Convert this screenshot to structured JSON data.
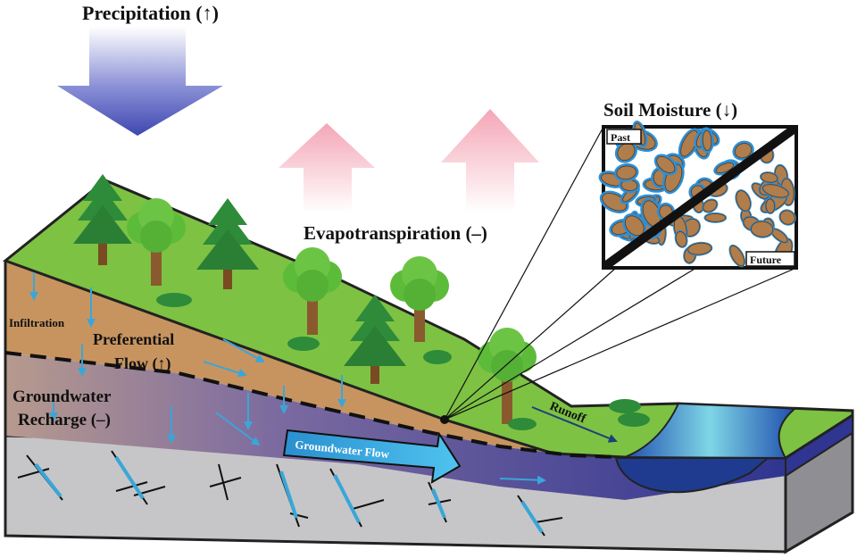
{
  "labels": {
    "precipitation": "Precipitation (↑)",
    "evapotranspiration": "Evapotranspiration (–)",
    "soil_moisture": "Soil Moisture (↓)",
    "past": "Past",
    "future": "Future",
    "infiltration": "Infiltration",
    "preferential_flow_line1": "Preferential",
    "preferential_flow_line2": "Flow (↑)",
    "groundwater_recharge_line1": "Groundwater",
    "groundwater_recharge_line2": "Recharge (–)",
    "groundwater_flow": "Groundwater Flow",
    "runoff": "Runoff"
  },
  "colors": {
    "grass": "#7dc242",
    "soil": "#c7955e",
    "groundwater": "#3a3f92",
    "bedrock": "#c9c9cb",
    "water_arrow": "#3aa6d8",
    "precip_arrow": "#4b55b8",
    "evap_arrow": "#f4a9b8",
    "tree": "#2e8b3a"
  },
  "icons": [
    "precipitation-arrow",
    "evapotranspiration-arrow",
    "tree-icon",
    "pine-tree-icon",
    "shrub-icon",
    "river-icon"
  ]
}
